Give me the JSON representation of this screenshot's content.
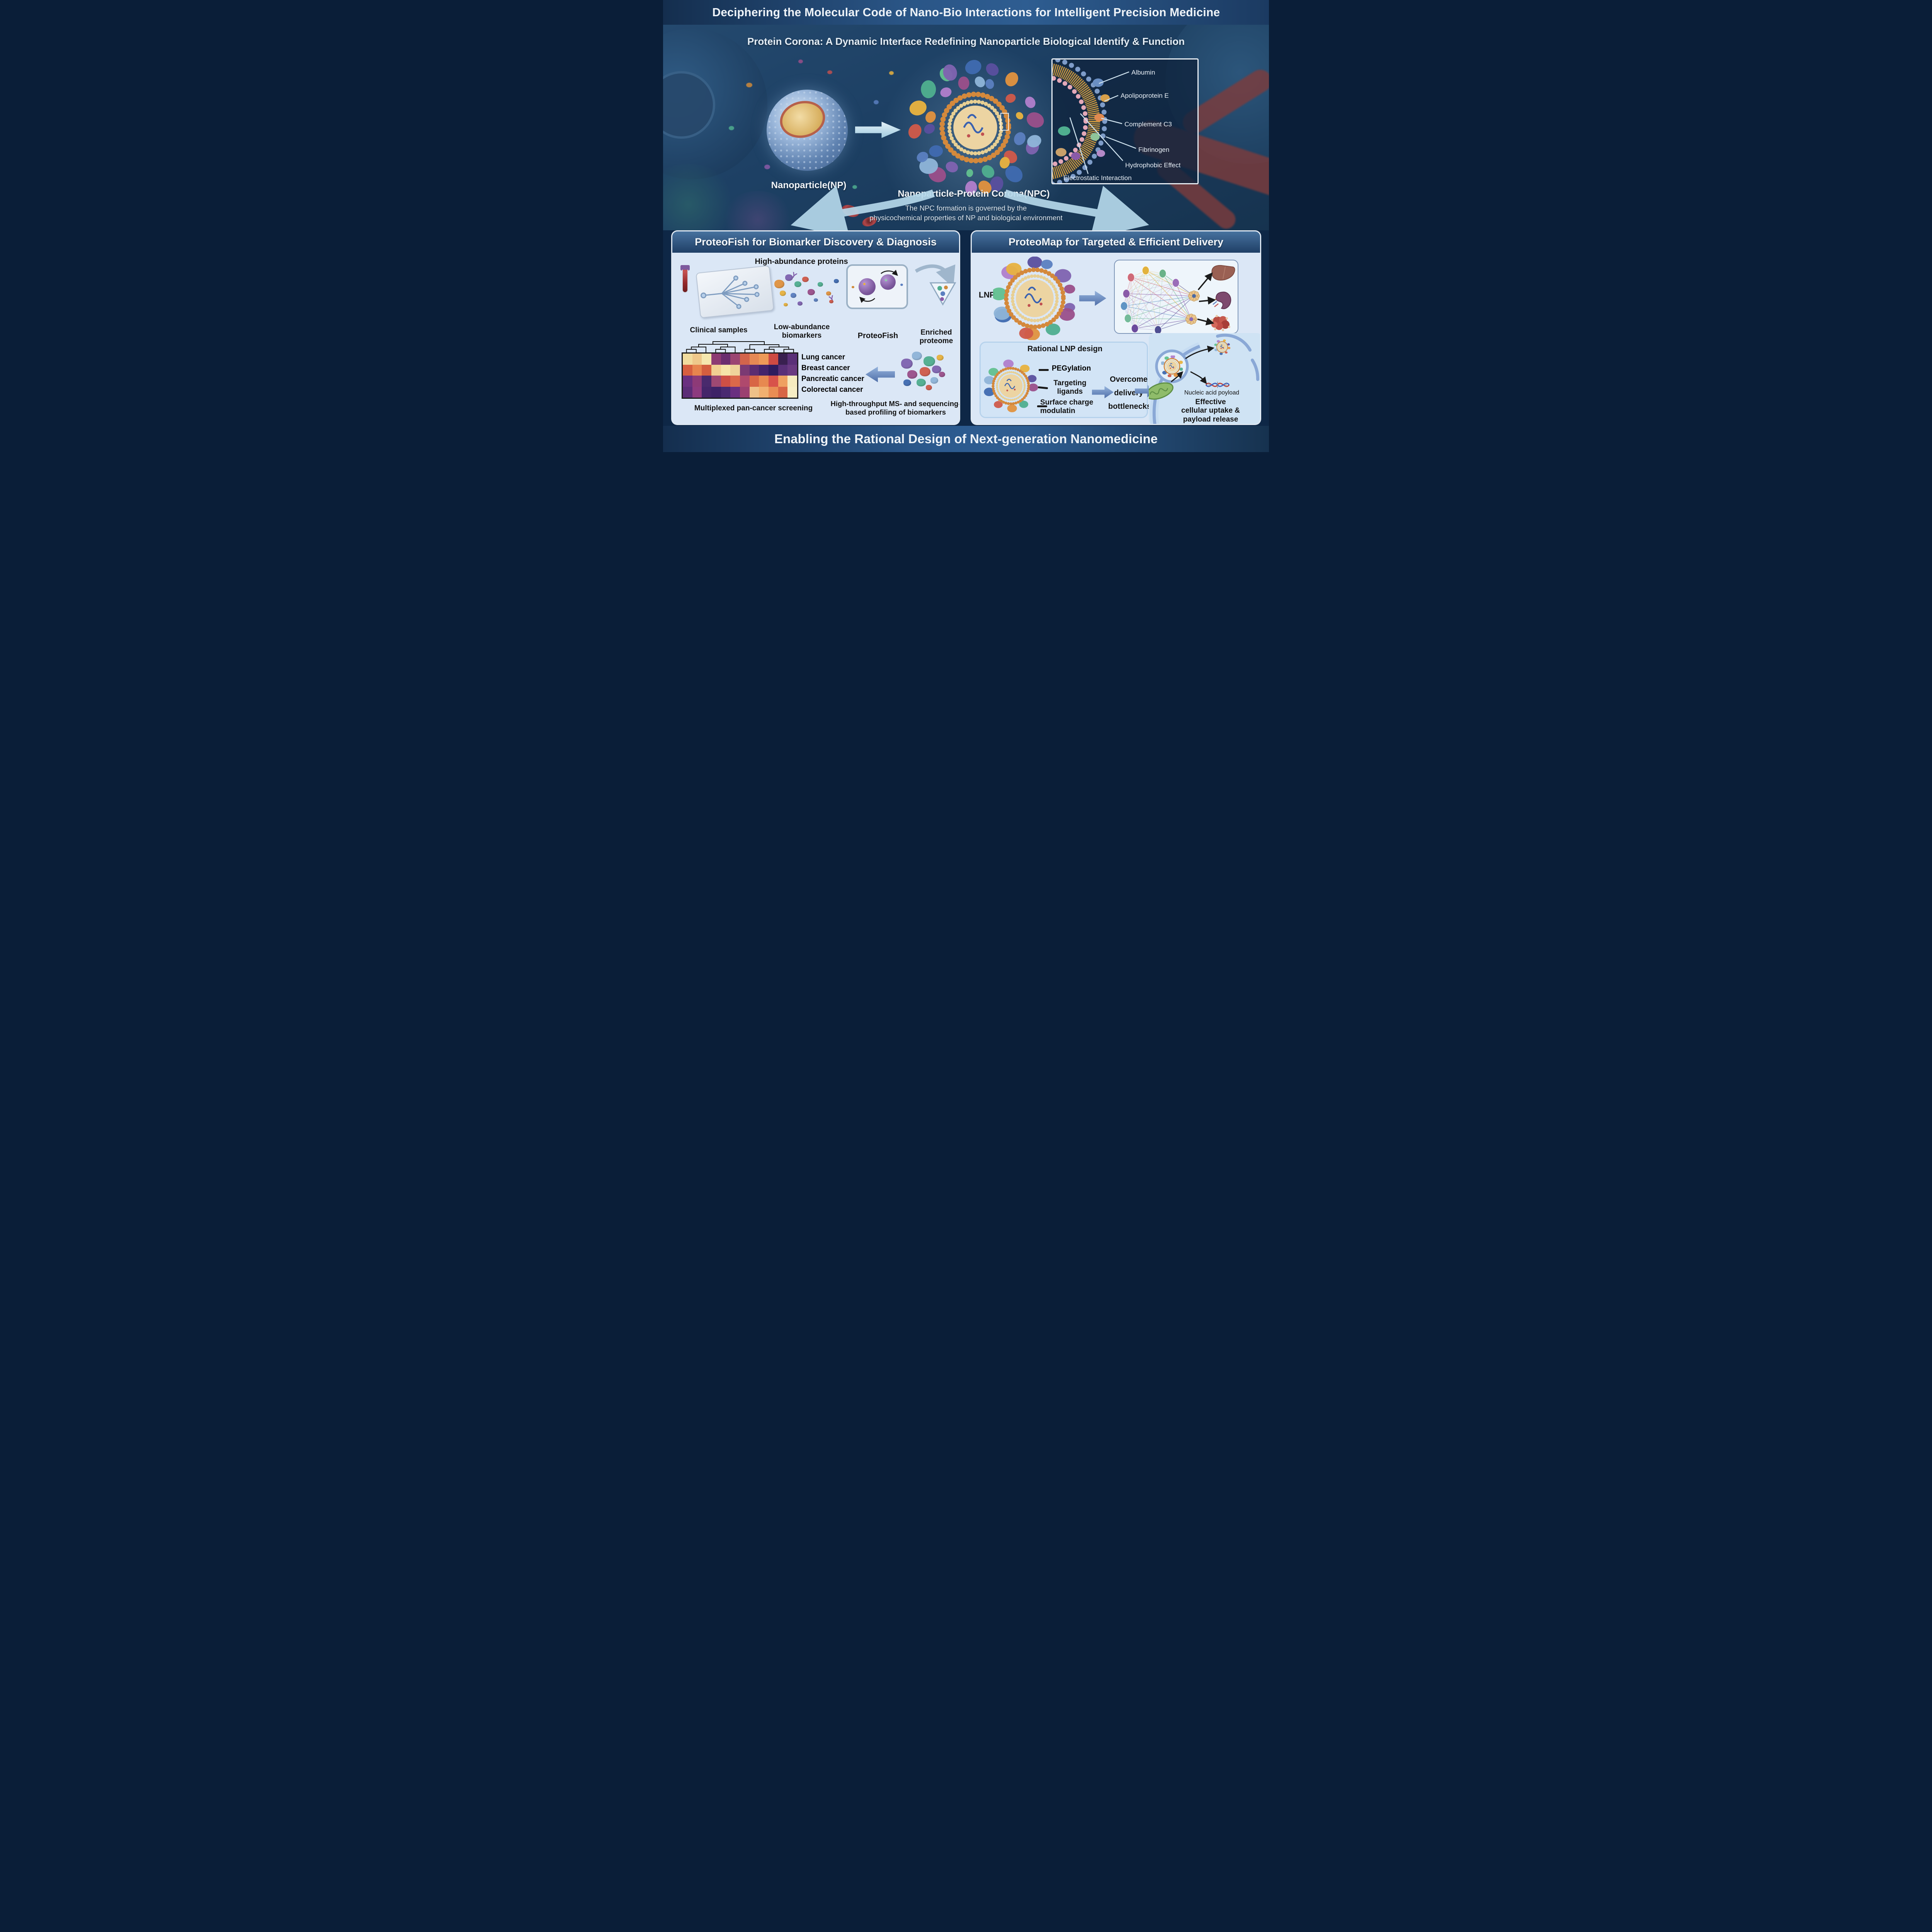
{
  "top_banner": {
    "title": "Deciphering the Molecular Code of Nano-Bio Interactions for Intelligent Precision Medicine"
  },
  "hero": {
    "subtitle": "Protein Corona: A Dynamic Interface Redefining Nanoparticle Biological Identify & Function",
    "np_label": "Nanoparticle(NP)",
    "npc_label": "Nanoparticle-Protein Corona(NPC)",
    "npc_note": [
      "The NPC formation is governed by the",
      "physicochemical properties of NP and biological environment"
    ],
    "inset_labels": [
      "Albumin",
      "Apolipoprotein E",
      "Complement C3",
      "Fibrinogen",
      "Hydrophobic Effect",
      "Electrostatic  Interaction"
    ],
    "npc_palette": [
      "#5b7fc0",
      "#7f63b0",
      "#9a4f8a",
      "#4fae8f",
      "#e0923f",
      "#cf5a4a",
      "#3f6ab0",
      "#8fb4d8",
      "#62c08f",
      "#b07ecb",
      "#e8b23f",
      "#5a4f9e"
    ]
  },
  "left_panel": {
    "title": "ProteoFish for Biomarker Discovery & Diagnosis",
    "high_abundance": "High-abundance proteins",
    "clinical_samples": "Clinical samples",
    "low_abundance": [
      "Low-abundance",
      "biomarkers"
    ],
    "proteofish": "ProteoFish",
    "enriched": [
      "Enriched",
      "proteome"
    ],
    "cancers": [
      "Lung cancer",
      "Breast cancer",
      "Pancreatic cancer",
      "Colorectal cancer"
    ],
    "caption_left": "Multiplexed pan-cancer screening",
    "caption_right": [
      "High-throughput MS- and sequencing-",
      "based profiling of biomarkers"
    ],
    "heatmap": {
      "type": "heatmap",
      "rows": [
        "Lung cancer",
        "Breast cancer",
        "Pancreatic cancer",
        "Colorectal cancer"
      ],
      "cols": 12,
      "colors": [
        [
          "#f1dc9e",
          "#eec88b",
          "#f5e7ae",
          "#8d3a73",
          "#6a2d6f",
          "#9b4572",
          "#d2644c",
          "#e68954",
          "#ee9a58",
          "#ce4b43",
          "#392050",
          "#5a3078"
        ],
        [
          "#d75f40",
          "#e7844e",
          "#d45e3f",
          "#f1cf92",
          "#f5e3a8",
          "#efd49a",
          "#7b3a73",
          "#5c2d71",
          "#44246b",
          "#2e1c5e",
          "#5a3078",
          "#6a3a81"
        ],
        [
          "#6a3080",
          "#8d3a77",
          "#492a6d",
          "#9f4973",
          "#ce4f45",
          "#dc694a",
          "#af496d",
          "#d86645",
          "#e78950",
          "#d8534a",
          "#efa060",
          "#f6ebbf"
        ],
        [
          "#5c2d77",
          "#8d3a7f",
          "#44266a",
          "#3e2367",
          "#492a71",
          "#6a3080",
          "#9b4070",
          "#efc188",
          "#f1b070",
          "#e98d54",
          "#d86645",
          "#f7eec5"
        ]
      ]
    }
  },
  "right_panel": {
    "title": "ProteoMap for Targeted & Efficient Delivery",
    "lnp_label": "LNP",
    "rational_title": "Rational LNP design",
    "design_labels": {
      "pegylation": "PEGylation",
      "targeting": [
        "Targeting",
        "ligands"
      ],
      "surface": [
        "Surface charge",
        "modulatin"
      ]
    },
    "overcome": [
      "Overcome",
      "delivery",
      "bottlenecks"
    ],
    "nucleic": "Nucleic acid poyload",
    "effective": [
      "Effective",
      "cellular uptake &",
      "payload release"
    ],
    "network_node_colors": [
      "#e2b23c",
      "#69b288",
      "#cf6a78",
      "#9a6cb8",
      "#8a5aa8",
      "#5f94c4",
      "#74bb9a",
      "#6a4a9c",
      "#4e4e92"
    ],
    "organs": [
      "liver",
      "kidney",
      "tumor"
    ]
  },
  "bottom_banner": {
    "title": "Enabling the Rational Design of Next-generation Nanomedicine"
  },
  "colors": {
    "deep_navy": "#0e2746",
    "banner_grad_a": "#15304f",
    "banner_grad_b": "#2e5d91",
    "panel_bg": "#dbe7f6",
    "panel_header_a": "#47729f",
    "panel_header_b": "#1f3f66",
    "arrow_steel": "#4a6aa5",
    "arrow_light": "#b5d8ea",
    "inset_bg": "#10243e"
  }
}
